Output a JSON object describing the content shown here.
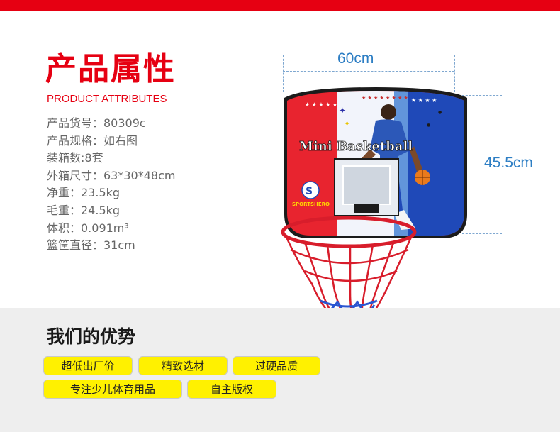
{
  "header": {
    "title_cn": "产品属性",
    "title_en": "PRODUCT ATTRIBUTES"
  },
  "specs": [
    "产品货号：80309c",
    "产品规格：如右图",
    "装箱数:8套",
    "外箱尺寸：63*30*48cm",
    "净重：23.5kg",
    "毛重：24.5kg",
    "体积：0.091m³",
    "篮筐直径：31cm"
  ],
  "dimensions": {
    "width_label": "60cm",
    "height_label": "45.5cm"
  },
  "product": {
    "board_text": "Mini Basketball",
    "brand_text": "SPORTSHERO"
  },
  "advantages": {
    "title": "我们的优势",
    "tags": [
      "超低出厂价",
      "精致选材",
      "过硬品质",
      "专注少儿体育用品",
      "自主版权"
    ]
  },
  "colors": {
    "brand_red": "#e60012",
    "dimension_blue": "#2d7ec4",
    "tag_yellow": "#fff100"
  }
}
